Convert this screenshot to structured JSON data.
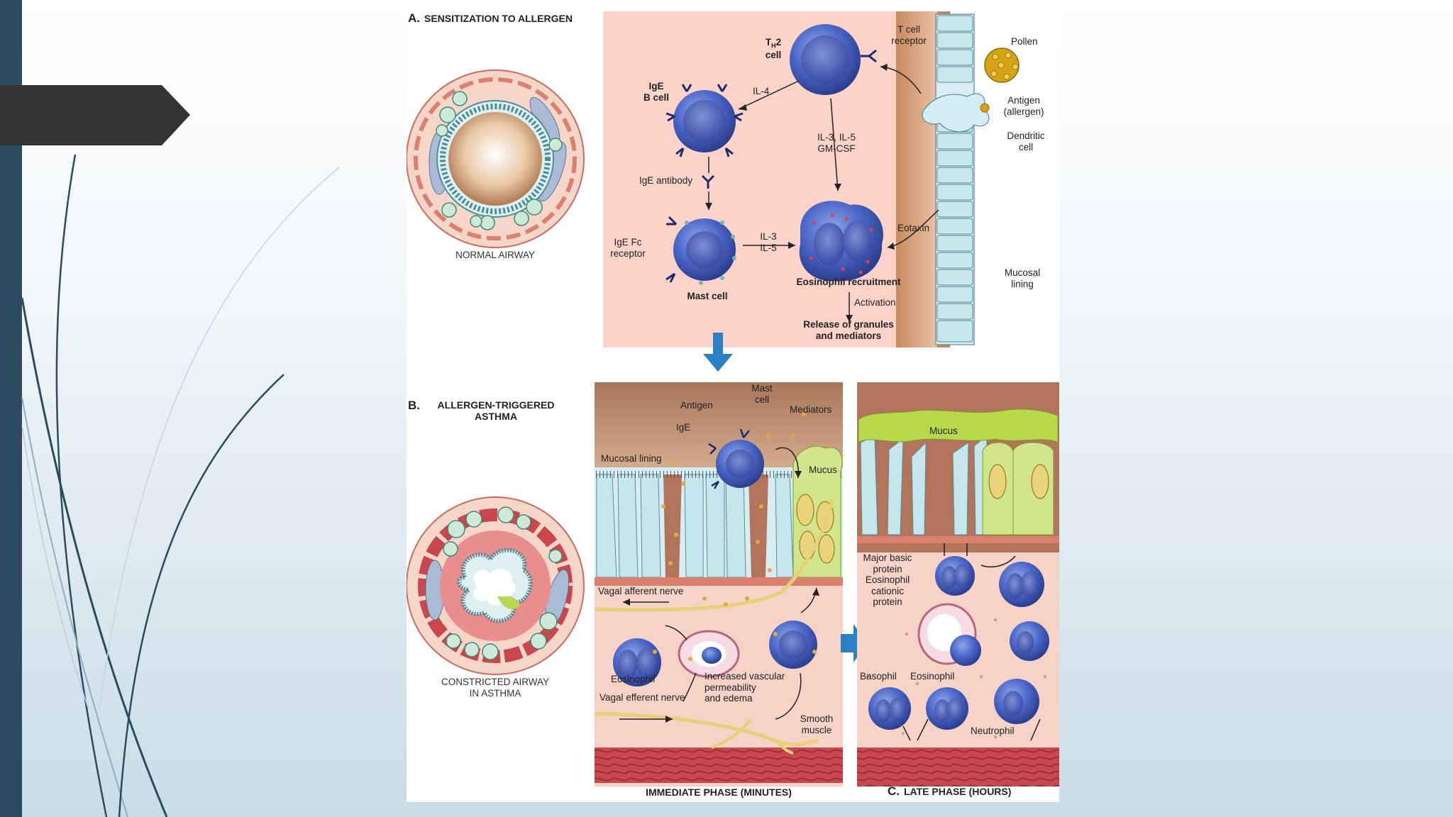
{
  "slide": {
    "accent_dark": "#2a4c5e",
    "arrow_tab_color": "#333333",
    "curve_color": "#2a4c5e"
  },
  "figure": {
    "section_a": {
      "letter": "A.",
      "title": "SENSITIZATION TO ALLERGEN"
    },
    "section_b": {
      "letter": "B.",
      "title_line1": "ALLERGEN-TRIGGERED",
      "title_line2": "ASTHMA"
    },
    "section_c": {
      "letter": "C.",
      "title": "LATE PHASE (HOURS)"
    },
    "immediate_phase_title": "IMMEDIATE PHASE (MINUTES)",
    "normal_airway": "NORMAL AIRWAY",
    "constricted_airway_line1": "CONSTRICTED AIRWAY",
    "constricted_airway_line2": "IN ASTHMA",
    "panel_a": {
      "th2_cell_line1": "T",
      "th2_cell_sub": "H",
      "th2_cell_tail": "2",
      "th2_cell_line2": "cell",
      "t_cell_receptor_line1": "T cell",
      "t_cell_receptor_line2": "receptor",
      "pollen": "Pollen",
      "antigen_line1": "Antigen",
      "antigen_line2": "(allergen)",
      "dendritic_line1": "Dendritic",
      "dendritic_line2": "cell",
      "ige_b_cell_line1": "IgE",
      "ige_b_cell_line2": "B cell",
      "il4": "IL-4",
      "il3_il5_line1": "IL-3, IL-5",
      "il3_il5_line2": "GM-CSF",
      "ige_antibody": "IgE antibody",
      "ige_fc_line1": "IgE Fc",
      "ige_fc_line2": "receptor",
      "il3_2": "IL-3",
      "il5_2": "IL-5",
      "eotaxin": "Eotaxin",
      "mucosal_lining_line1": "Mucosal",
      "mucosal_lining_line2": "lining",
      "mast_cell": "Mast cell",
      "eosinophil_recruitment": "Eosinophil recruitment",
      "activation": "Activation",
      "release_line1": "Release of granules",
      "release_line2": "and mediators"
    },
    "panel_b": {
      "mast_cell_line1": "Mast",
      "mast_cell_line2": "cell",
      "antigen": "Antigen",
      "mediators": "Mediators",
      "ige": "IgE",
      "mucosal_lining": "Mucosal lining",
      "mucus": "Mucus",
      "vagal_afferent": "Vagal afferent nerve",
      "eosinophil": "Eosinophil",
      "increased_line1": "Increased vascular",
      "increased_line2": "permeability",
      "increased_line3": "and edema",
      "vagal_efferent": "Vagal efferent nerve",
      "smooth_line1": "Smooth",
      "smooth_line2": "muscle"
    },
    "panel_c": {
      "mucus": "Mucus",
      "mbp_line1": "Major basic",
      "mbp_line2": "protein",
      "mbp_line3": "Eosinophil",
      "mbp_line4": "cationic",
      "mbp_line5": "protein",
      "basophil": "Basophil",
      "eosinophil": "Eosinophil",
      "neutrophil": "Neutrophil"
    }
  }
}
